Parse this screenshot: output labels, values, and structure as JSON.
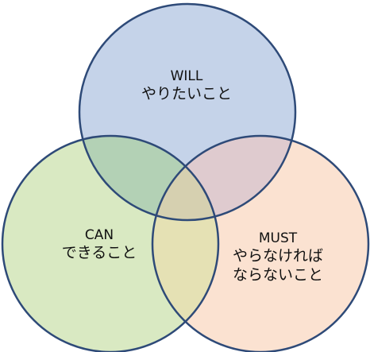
{
  "circles": [
    {
      "id": "will",
      "title": "WILL",
      "lines": [
        "やりたいこと"
      ],
      "fill": "#c5d3e9",
      "stroke": "#2e4a78"
    },
    {
      "id": "can",
      "title": "CAN",
      "lines": [
        "できること"
      ],
      "fill": "#d9e9c2",
      "stroke": "#2e4a78"
    },
    {
      "id": "must",
      "title": "MUST",
      "lines": [
        "やらなければ",
        "ならないこと"
      ],
      "fill": "#fbe2d1",
      "stroke": "#2e4a78"
    }
  ],
  "overlap_colors": {
    "will_can": "#b3d1b5",
    "will_must": "#dfcbcf",
    "can_must": "#e5e1b4",
    "center": "#d6d0b0"
  }
}
